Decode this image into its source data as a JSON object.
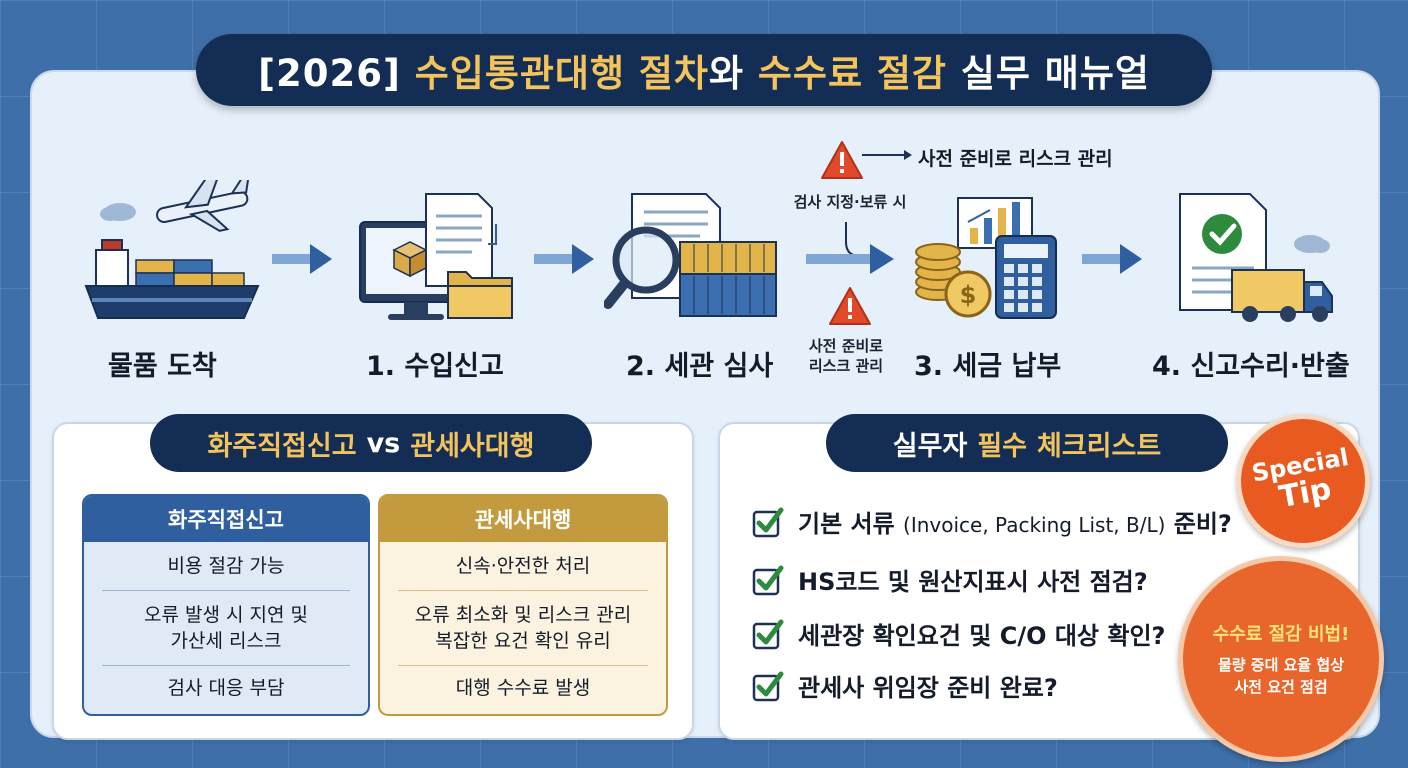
{
  "title": {
    "part1": "[2026] ",
    "part2": "수입통관대행 절차",
    "part3": "와 ",
    "part4": "수수료 절감",
    "part5": " 실무 매뉴얼"
  },
  "process": {
    "steps": [
      {
        "label": "물품 도착"
      },
      {
        "label": "1. 수입신고"
      },
      {
        "label": "2. 세관 심사"
      },
      {
        "label": "3. 세금 납부"
      },
      {
        "label": "4. 신고수리·반출"
      }
    ],
    "inspection_note": "검사 지정·보류 시",
    "risk_note_top": "사전 준비로 리스크 관리",
    "risk_note_bottom": "사전 준비로\n리스크 관리"
  },
  "comparison": {
    "title_part1": "화주직접신고",
    "title_vs": "vs",
    "title_part2": "관세사대행",
    "left": {
      "header": "화주직접신고",
      "rows": [
        "비용 절감 가능",
        "오류 발생 시 지연 및\n가산세 리스크",
        "검사 대응 부담"
      ]
    },
    "right": {
      "header": "관세사대행",
      "rows": [
        "신속·안전한 처리",
        "오류 최소화 및 리스크 관리\n복잡한 요건 확인 유리",
        "대행 수수료 발생"
      ]
    }
  },
  "checklist": {
    "title_part1": "실무자",
    "title_part2": "필수",
    "title_part3": "체크리스트",
    "items": [
      {
        "main": "기본 서류 ",
        "detail": "(Invoice, Packing List, B/L)",
        "end": " 준비?"
      },
      {
        "main": "HS코드 및 원산지표시 사전 점검?",
        "detail": "",
        "end": ""
      },
      {
        "main": "세관장 확인요건 및 C/O 대상 확인?",
        "detail": "",
        "end": ""
      },
      {
        "main": "관세사 위임장 준비 완료?",
        "detail": "",
        "end": ""
      }
    ]
  },
  "special_tip": {
    "line1": "Special",
    "line2": "Tip"
  },
  "fee_tip": {
    "title": "수수료 절감 비법!",
    "line1": "물량 증대 요율 협상",
    "line2": "사전 요건 점검"
  },
  "colors": {
    "navy": "#142d54",
    "gold": "#f3c45b",
    "blue_header": "#2f5f9e",
    "gold_header": "#c39a3d",
    "orange": "#e85a1f",
    "check_green": "#2e8b3d"
  }
}
